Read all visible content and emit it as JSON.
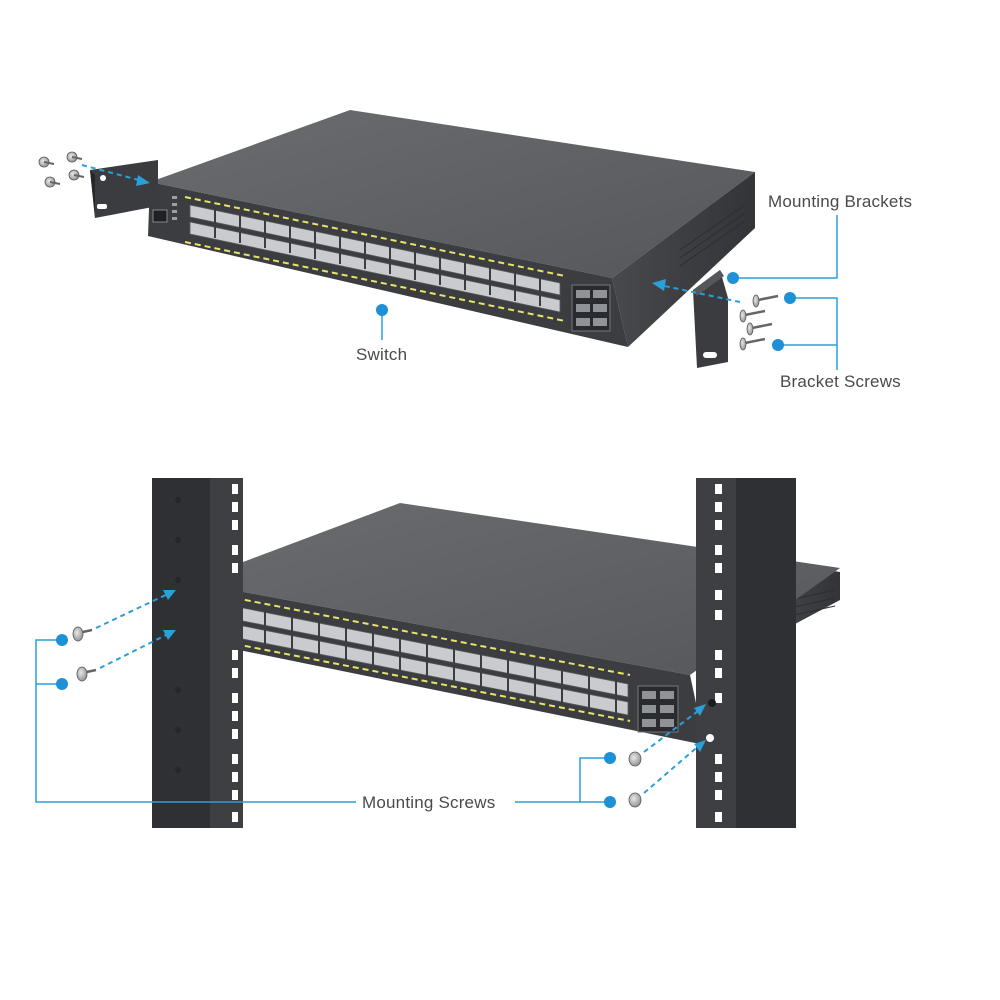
{
  "labels": {
    "mounting_brackets": "Mounting Brackets",
    "switch": "Switch",
    "bracket_screws": "Bracket Screws",
    "mounting_screws": "Mounting Screws"
  },
  "colors": {
    "callout_line": "#2a9fd8",
    "callout_dot": "#1e90d6",
    "label_text": "#4a4a4a",
    "switch_top": "#5d5f63",
    "switch_front": "#3b3d41",
    "port_led": "#e9e36a",
    "rack": "#3a3c40"
  },
  "icons": {
    "switch": "network-switch-icon",
    "bracket": "rack-bracket-icon",
    "screw": "screw-icon",
    "rack": "rack-rail-icon"
  }
}
